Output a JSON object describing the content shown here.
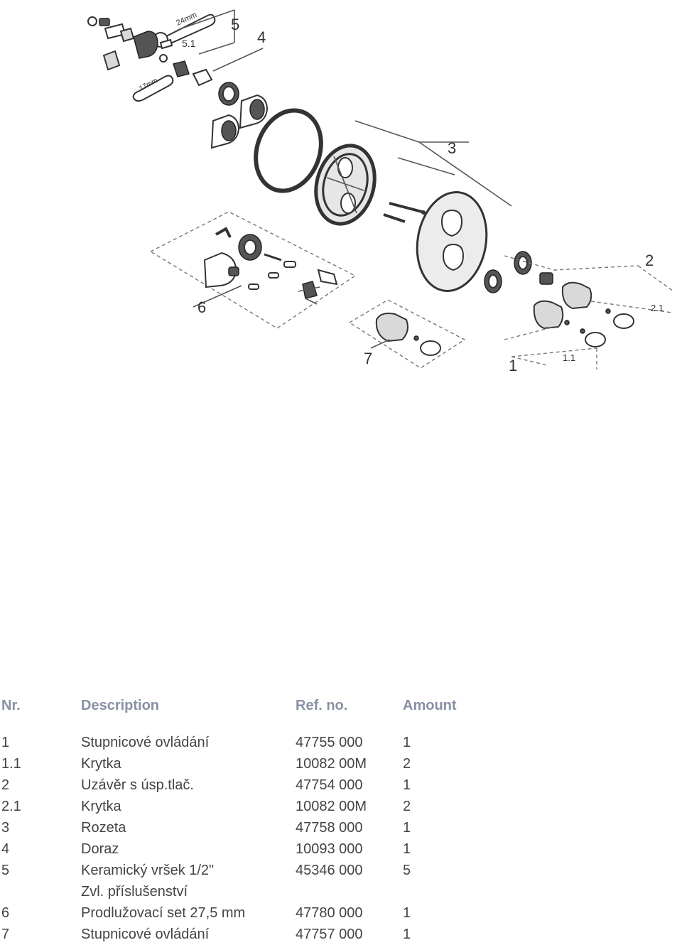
{
  "diagram": {
    "callouts": [
      "5",
      "5.1",
      "4",
      "3",
      "2",
      "2.1",
      "6",
      "7",
      "1",
      "1.1"
    ],
    "wrench_labels": [
      "24mm",
      "17mm"
    ]
  },
  "table": {
    "headers": {
      "nr": "Nr.",
      "description": "Description",
      "ref": "Ref. no.",
      "amount": "Amount"
    },
    "rows": [
      {
        "nr": "1",
        "description": "Stupnicové ovládání",
        "ref": "47755 000",
        "amount": "1"
      },
      {
        "nr": "1.1",
        "description": "Krytka",
        "ref": "10082 00M",
        "amount": "2"
      },
      {
        "nr": "2",
        "description": "Uzávěr s úsp.tlač.",
        "ref": "47754 000",
        "amount": "1"
      },
      {
        "nr": "2.1",
        "description": "Krytka",
        "ref": "10082 00M",
        "amount": "2"
      },
      {
        "nr": "3",
        "description": "Rozeta",
        "ref": "47758 000",
        "amount": "1"
      },
      {
        "nr": "4",
        "description": "Doraz",
        "ref": "10093 000",
        "amount": "1"
      },
      {
        "nr": "5",
        "description": "Keramický vršek 1/2\"",
        "ref": "45346 000",
        "amount": "5"
      },
      {
        "nr": "",
        "description": "Zvl. příslušenství",
        "ref": "",
        "amount": ""
      },
      {
        "nr": "6",
        "description": "Prodlužovací set 27,5 mm",
        "ref": "47780 000",
        "amount": "1"
      },
      {
        "nr": "7",
        "description": "Stupnicové ovládání",
        "ref": "47757 000",
        "amount": "1"
      }
    ]
  }
}
